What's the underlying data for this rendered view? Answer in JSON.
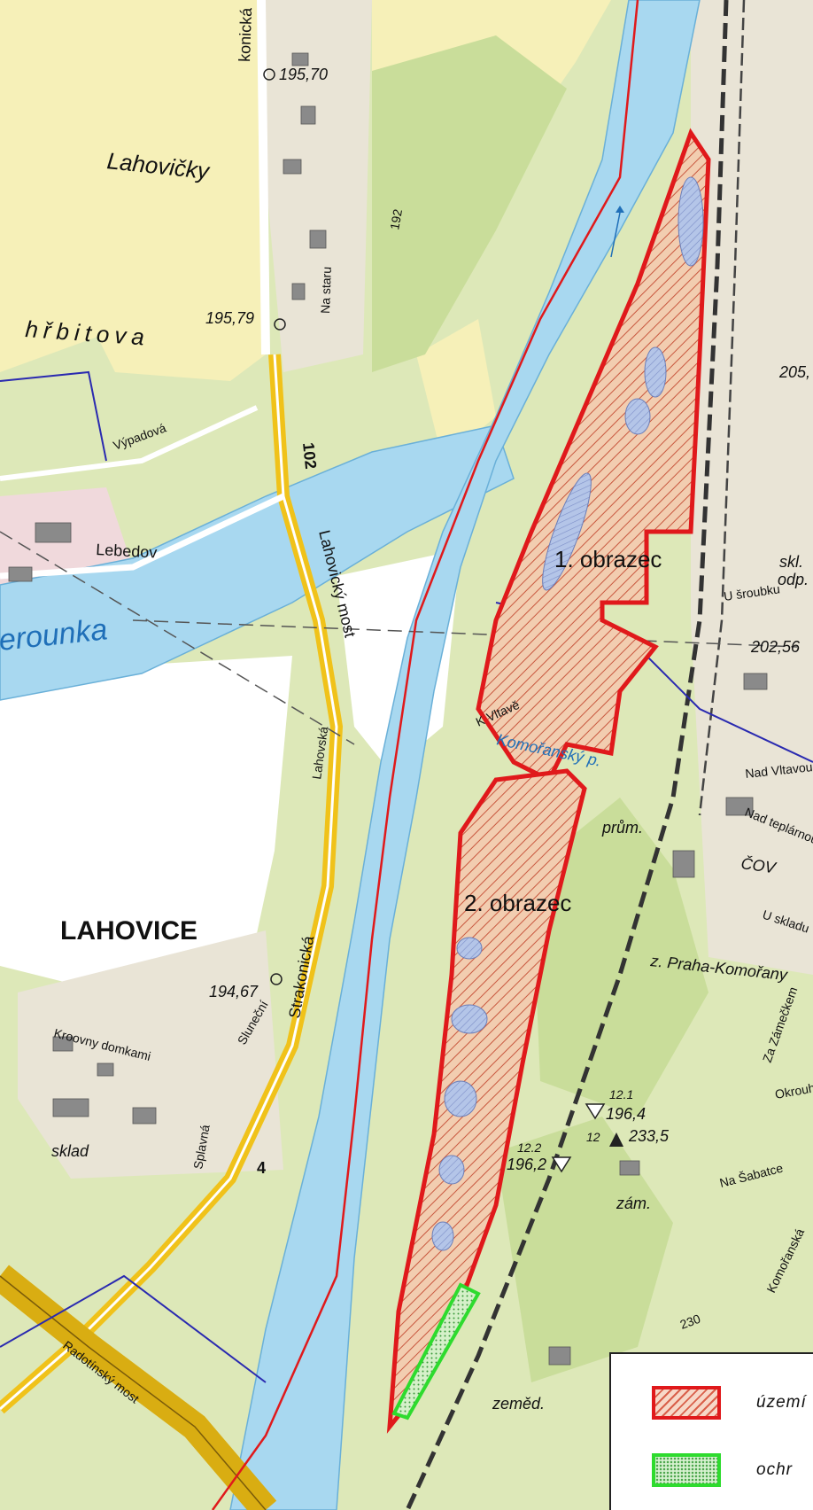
{
  "map": {
    "place_labels": {
      "lahovicky": "Lahovičky",
      "lahovice": "LAHOVICE",
      "hrbitova": "hřbitova",
      "berounka": "erounka",
      "lebedov": "Lebedov",
      "vypadova": "Výpadová",
      "konicka": "konická",
      "lahovicky_most": "Lahovický most",
      "strakonicka": "Strakonická",
      "radotinsky_most": "Radotínský most",
      "komoransky_p": "Komořanský p.",
      "prum": "prům.",
      "cov": "ČOV",
      "z_praha_komorany": "z. Praha-Komořany",
      "zam": "zám.",
      "zemed": "zeměd.",
      "sklad": "sklad",
      "skl_odp_1": "skl.",
      "skl_odp_2": "odp.",
      "u_sroubku": "U šroubku",
      "nad_vltavou": "Nad Vltavou",
      "na_sabetce": "Na Šabatce",
      "kavkovny": "Kroovny domkami",
      "k_vltave": "K Vltavě",
      "lahovska": "Lahovská",
      "na_staru": "Na staru",
      "v_lahovickach": "Sluneční",
      "splavna": "Splavná",
      "na_zavadce": "Za Zámečkem",
      "nad_teplarnou": "Nad teplárnou",
      "u_skladu": "U skladu",
      "k_zavadce": "Okrouhlá",
      "komoranska": "Komořanská",
      "road_102": "102",
      "road_4": "4",
      "contour_192": "192",
      "contour_230": "230"
    },
    "spot_heights": {
      "h1": "195,70",
      "h2": "195,79",
      "h3": "194,67",
      "h4": "205,",
      "h5": "202,56",
      "h6": "196,4",
      "h7": "233,5",
      "h8": "196,2"
    },
    "point_ids": {
      "p1": "12.1",
      "p2": "12",
      "p3": "12.2"
    },
    "polygons": {
      "obrazec_1": "1. obrazec",
      "obrazec_2": "2. obrazec"
    },
    "colors": {
      "river": "#a8d8f0",
      "meadow": "#dde8b8",
      "field": "#f6f0b8",
      "forest": "#c9dd9a",
      "built": "#e9e4d6",
      "boundary_red": "#e0191b",
      "protect_green": "#2edb2e",
      "highway": "#f0c21a",
      "district_blue": "#2a2ab0"
    }
  },
  "legend": {
    "item1_label": "území",
    "item2_label": "ochr"
  }
}
